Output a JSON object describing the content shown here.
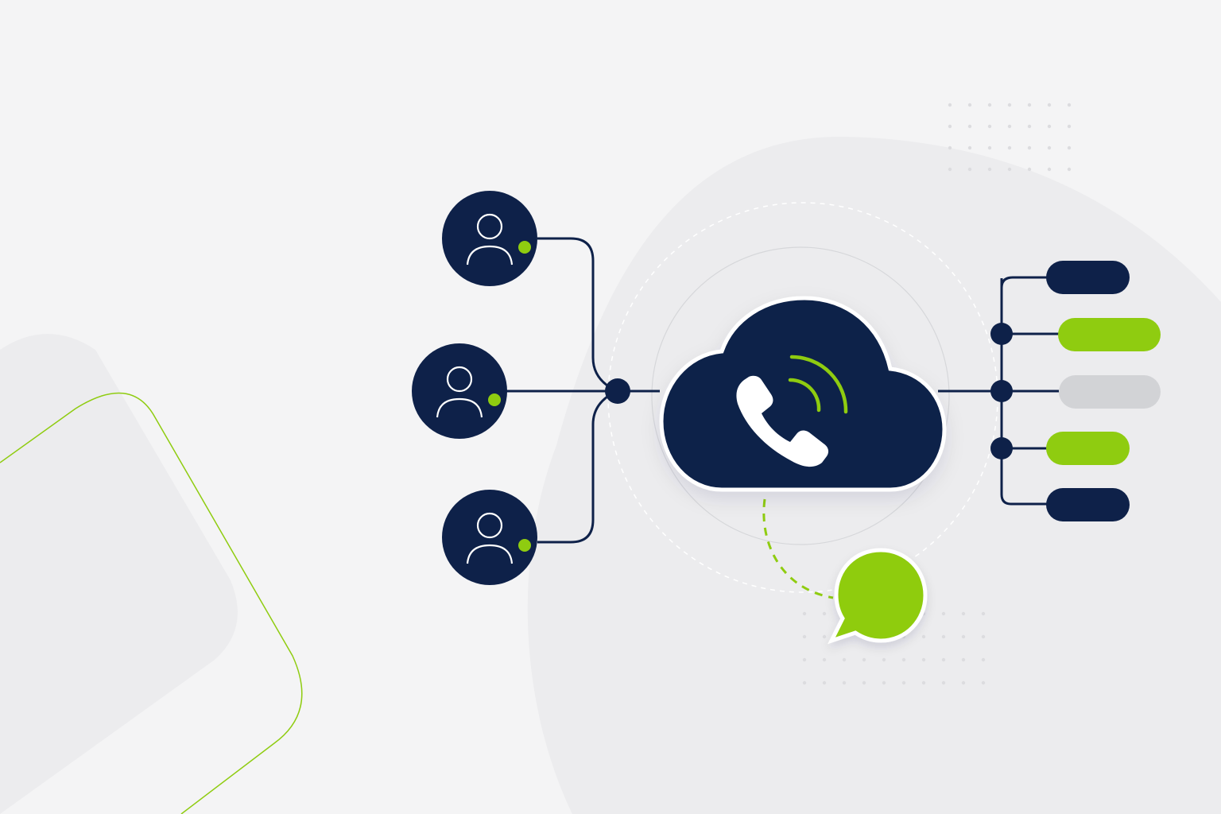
{
  "diagram": {
    "kind": "cloud-call-routing",
    "agents": [
      {
        "id": "agent-1",
        "status": "online"
      },
      {
        "id": "agent-2",
        "status": "online"
      },
      {
        "id": "agent-3",
        "status": "online"
      }
    ],
    "hub": {
      "icon": "cloud-phone-icon",
      "signal_icon": "signal-waves-icon"
    },
    "routes": [
      {
        "id": "route-1",
        "color": "#0e2149"
      },
      {
        "id": "route-2",
        "color": "#8fcc10"
      },
      {
        "id": "route-3",
        "color": "#d2d3d6"
      },
      {
        "id": "route-4",
        "color": "#8fcc10"
      },
      {
        "id": "route-5",
        "color": "#0e2149"
      }
    ],
    "message_bubble": {
      "icon": "chat-bubble-icon",
      "color": "#8fcc10"
    }
  },
  "colors": {
    "navy": "#0e2149",
    "green": "#8fcc10",
    "grey_pill": "#d2d3d6",
    "background": "#f4f4f5",
    "blob": "#ececee",
    "white": "#ffffff"
  }
}
